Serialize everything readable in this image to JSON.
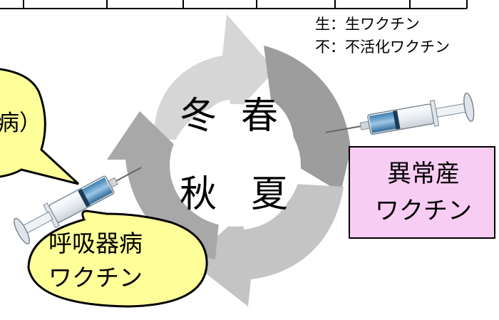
{
  "legend": {
    "live": "生：生ワクチン",
    "inactivated": "不：不活化ワクチン"
  },
  "cycle": {
    "winter": "冬",
    "spring": "春",
    "autumn": "秋",
    "summer": "夏"
  },
  "left_bubble": {
    "partial_text": "病）"
  },
  "respiratory_bubble": {
    "line1": "呼吸器病",
    "line2": "ワクチン"
  },
  "abnormal_box": {
    "line1": "異常産",
    "line2": "ワクチン"
  },
  "colors": {
    "bubble_fill": "#ffff99",
    "box_fill": "#f8cdf4",
    "cycle_light": "#d3d3d3",
    "cycle_mid": "#bdbdbd",
    "cycle_dark": "#9b9b9b"
  }
}
